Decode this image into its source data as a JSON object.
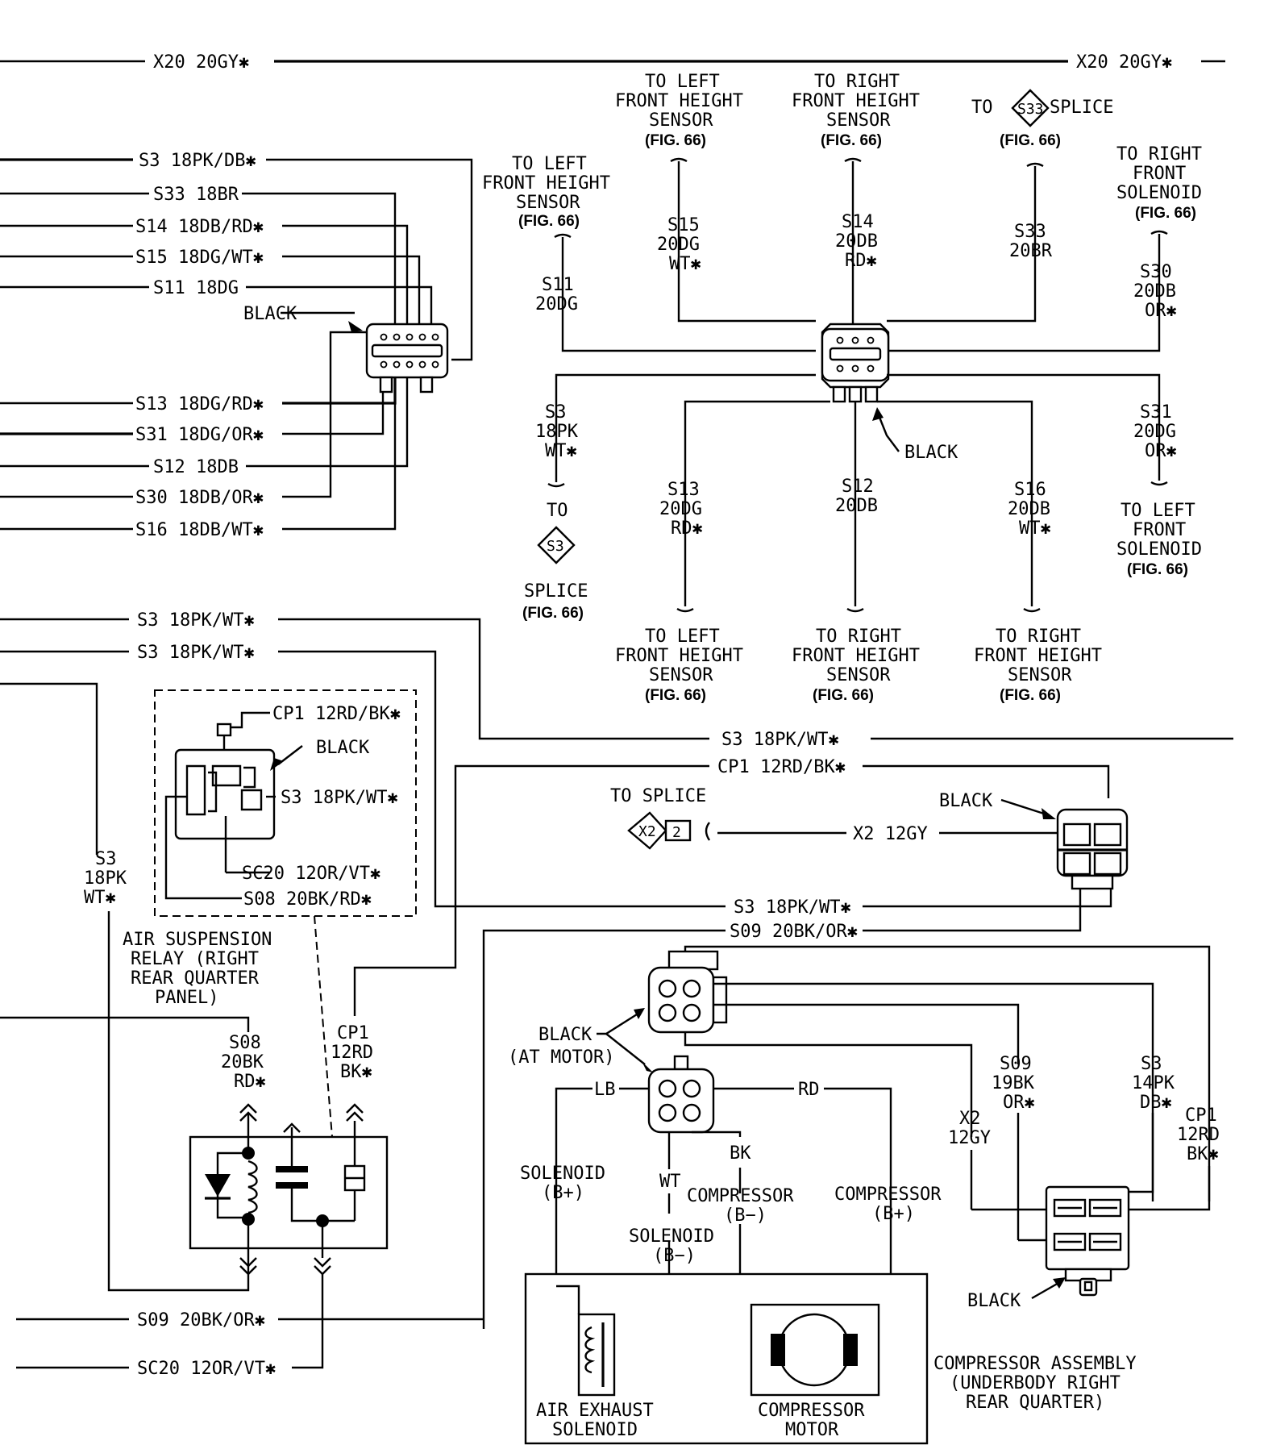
{
  "wires_top": {
    "x20_left": "X20 20GY✱",
    "x20_right": "X20 20GY✱"
  },
  "left_connector": {
    "label_black": "BLACK",
    "wires": [
      "S3 18PK/DB✱",
      "S33 18BR",
      "S14 18DB/RD✱",
      "S15 18DG/WT✱",
      "S11 18DG",
      "S13 18DG/RD✱",
      "S31 18DG/OR✱",
      "S12 18DB",
      "S30 18DB/OR✱",
      "S16 18DB/WT✱"
    ]
  },
  "center_connector": {
    "label_black": "BLACK",
    "to_left_front_height_sensor_a": [
      "TO LEFT",
      "FRONT HEIGHT",
      "SENSOR"
    ],
    "to_right_front_height_sensor_a": [
      "TO RIGHT",
      "FRONT HEIGHT",
      "SENSOR"
    ],
    "to_splice_top": [
      "TO",
      "SPLICE"
    ],
    "splice_s33": "S33",
    "to_left_front_height_sensor_b": [
      "TO LEFT",
      "FRONT HEIGHT",
      "SENSOR"
    ],
    "to_right_front_solenoid": [
      "TO RIGHT",
      "FRONT",
      "SOLENOID"
    ],
    "fig66": "(FIG. 66)",
    "s15": [
      "S15",
      "20DG",
      "WT✱"
    ],
    "s14": [
      "S14",
      "20DB",
      "RD✱"
    ],
    "s33": [
      "S33",
      "20BR"
    ],
    "s11": [
      "S11",
      "20DG"
    ],
    "s30": [
      "S30",
      "20DB",
      "OR✱"
    ],
    "s3": [
      "S3",
      "18PK",
      "WT✱"
    ],
    "s13": [
      "S13",
      "20DG",
      "RD✱"
    ],
    "s12": [
      "S12",
      "20DB"
    ],
    "s16": [
      "S16",
      "20DB",
      "WT✱"
    ],
    "s31": [
      "S31",
      "20DG",
      "OR✱"
    ],
    "to_s3_splice": "TO",
    "splice_s3": "S3",
    "splice_word": "SPLICE",
    "to_left_front_solenoid": [
      "TO LEFT",
      "FRONT",
      "SOLENOID"
    ],
    "bottom_left_sensor": [
      "TO LEFT",
      "FRONT HEIGHT",
      "SENSOR"
    ],
    "bottom_mid_sensor": [
      "TO RIGHT",
      "FRONT HEIGHT",
      "SENSOR"
    ],
    "bottom_right_sensor": [
      "TO RIGHT",
      "FRONT HEIGHT",
      "SENSOR"
    ]
  },
  "middle_wires": {
    "s3_a": "S3 18PK/WT✱",
    "s3_b": "S3 18PK/WT✱",
    "s3_c": "S3 18PK/WT✱",
    "cp1": "CP1 12RD/BK✱",
    "to_splice": "TO SPLICE",
    "x2_splice": "X2",
    "x2_pin": "2",
    "x2_wire": "X2 12GY",
    "black": "BLACK",
    "s3_d": "S3 18PK/WT✱",
    "s09": "S09 20BK/OR✱",
    "s3_vertical": [
      "S3",
      "18PK",
      "WT✱"
    ]
  },
  "relay": {
    "cp1": "CP1 12RD/BK✱",
    "black": "BLACK",
    "s3": "S3 18PK/WT✱",
    "sc20": "SC20 12OR/VT✱",
    "s08": "S08 20BK/RD✱",
    "title": [
      "AIR SUSPENSION",
      "RELAY (RIGHT",
      "REAR QUARTER",
      "PANEL)"
    ],
    "s08_v": [
      "S08",
      "20BK",
      "RD✱"
    ],
    "cp1_v": [
      "CP1",
      "12RD",
      "BK✱"
    ],
    "s09_bottom": "S09 20BK/OR✱",
    "sc20_bottom": "SC20 12OR/VT✱"
  },
  "compressor": {
    "black_at_motor": [
      "BLACK",
      "(AT MOTOR)"
    ],
    "lb": "LB",
    "rd": "RD",
    "bk": "BK",
    "wt": "WT",
    "solenoid_bplus": [
      "SOLENOID",
      "(B+)"
    ],
    "compressor_bminus": [
      "COMPRESSOR",
      "(B−)"
    ],
    "compressor_bplus": [
      "COMPRESSOR",
      "(B+)"
    ],
    "solenoid_bminus": [
      "SOLENOID",
      "(B−)"
    ],
    "air_exhaust": [
      "AIR EXHAUST",
      "SOLENOID"
    ],
    "compressor_motor": [
      "COMPRESSOR",
      "MOTOR"
    ],
    "assembly": [
      "COMPRESSOR ASSEMBLY",
      "(UNDERBODY RIGHT",
      "REAR QUARTER)"
    ],
    "s09_v": [
      "S09",
      "19BK",
      "OR✱"
    ],
    "s3_v": [
      "S3",
      "14PK",
      "DB✱"
    ],
    "x2_v": [
      "X2",
      "12GY"
    ],
    "cp1_v": [
      "CP1",
      "12RD",
      "BK✱"
    ],
    "black_bottom": "BLACK"
  }
}
